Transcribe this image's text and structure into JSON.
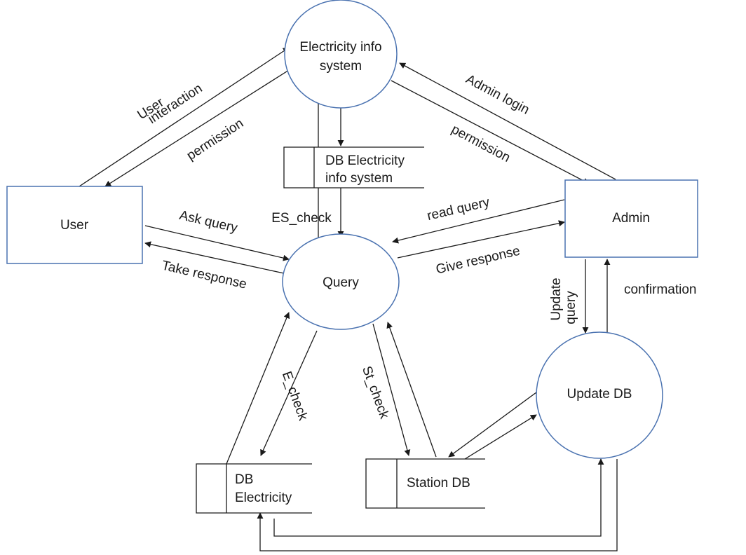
{
  "colors": {
    "shape_stroke": "#4a72b0",
    "line": "#1a1a1a",
    "text": "#1a1a1a",
    "background": "#ffffff"
  },
  "processes": {
    "electricity_info_system": {
      "line1": "Electricity info",
      "line2": "system"
    },
    "query": {
      "label": "Query"
    },
    "update_db": {
      "label": "Update DB"
    }
  },
  "entities": {
    "user": {
      "label": "User"
    },
    "admin": {
      "label": "Admin"
    }
  },
  "stores": {
    "db_electricity_info_system": {
      "line1": "DB Electricity",
      "line2": "info system"
    },
    "db_electricity": {
      "line1": "DB",
      "line2": "Electricity"
    },
    "station_db": {
      "label": "Station DB"
    }
  },
  "flows": {
    "user_interaction_line1": "User",
    "user_interaction_line2": "interaction",
    "permission_user": "permission",
    "admin_login": "Admin login",
    "permission_admin": "permission",
    "ask_query": "Ask query",
    "take_response": "Take response",
    "es_check": "ES_check",
    "read_query": "read query",
    "give_response": "Give response",
    "update_query_line1": "Update",
    "update_query_line2": "query",
    "confirmation": "confirmation",
    "e_check": "E_check",
    "st_check": "St_check"
  }
}
